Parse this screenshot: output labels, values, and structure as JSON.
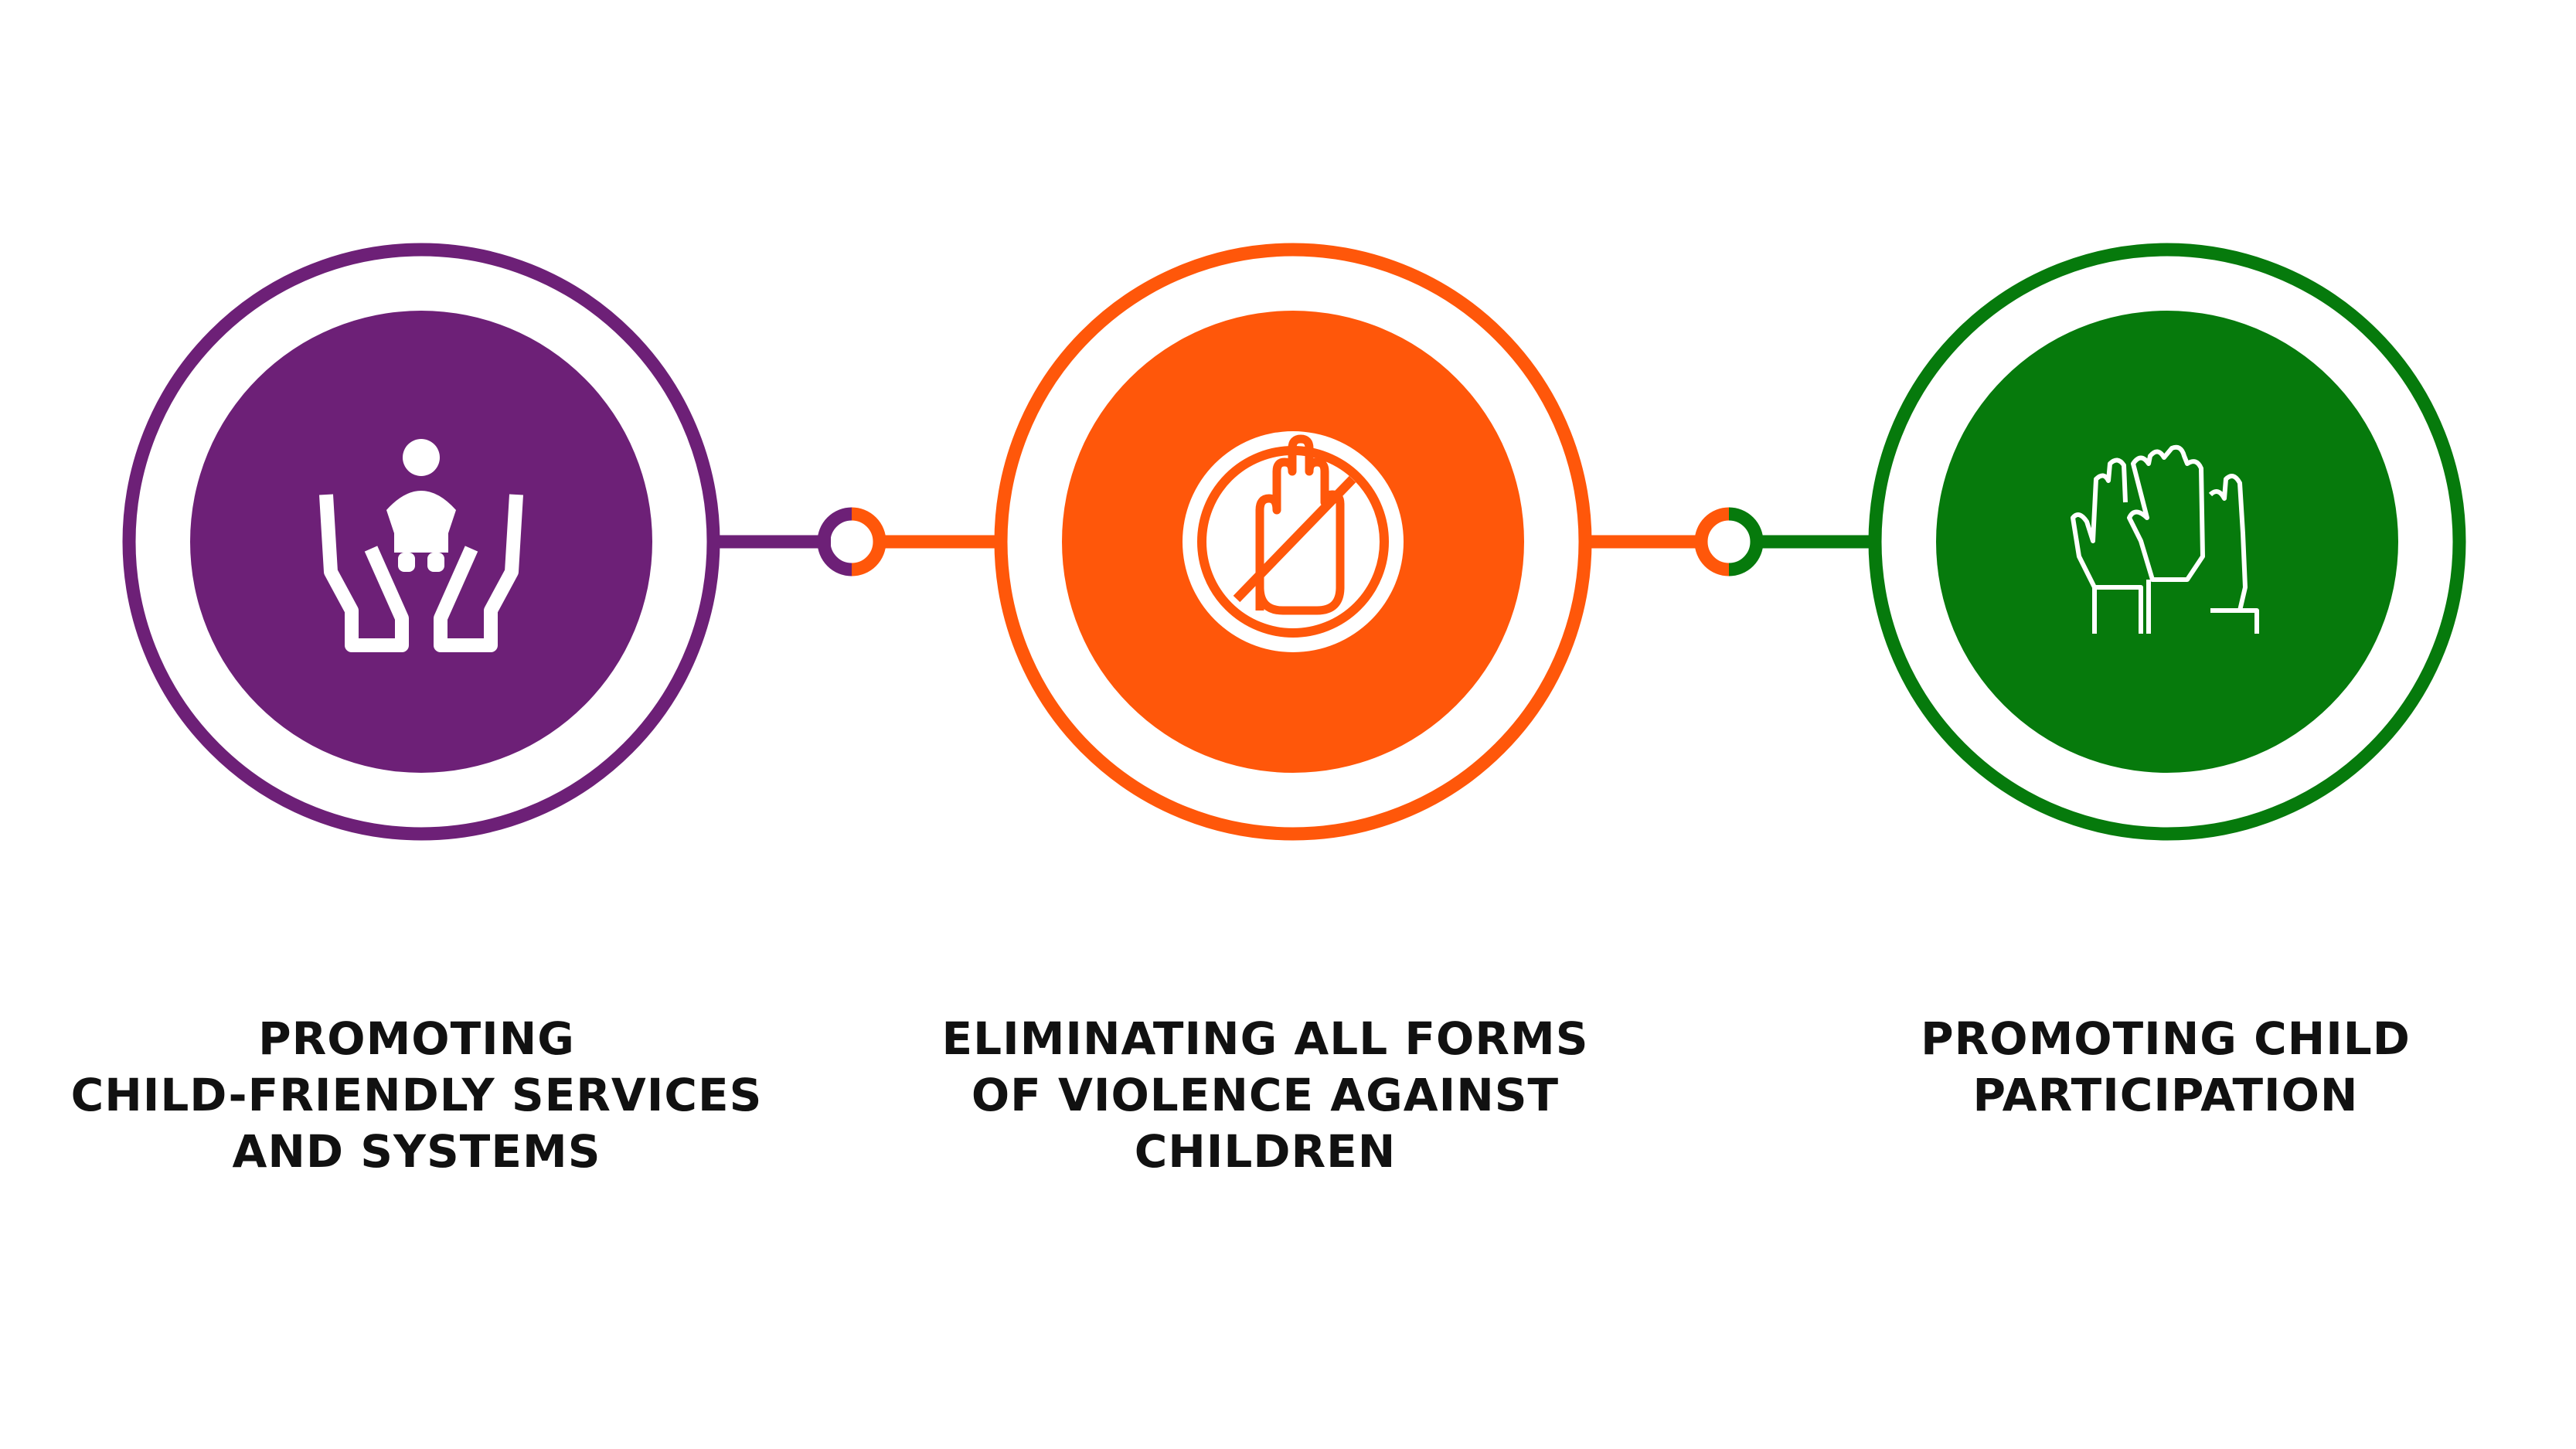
{
  "colors": {
    "purple": "#6D2077",
    "orange": "#FF570A",
    "green": "#067A0C"
  },
  "steps": [
    {
      "icon": "hands-holding-baby-icon",
      "lines": [
        "PROMOTING",
        "CHILD-FRIENDLY SERVICES",
        "AND SYSTEMS"
      ]
    },
    {
      "icon": "stop-hand-prohibited-icon",
      "lines": [
        "ELIMINATING ALL FORMS",
        "OF VIOLENCE AGAINST",
        "CHILDREN"
      ]
    },
    {
      "icon": "raised-hands-icon",
      "lines": [
        "PROMOTING CHILD",
        "PARTICIPATION"
      ]
    }
  ]
}
